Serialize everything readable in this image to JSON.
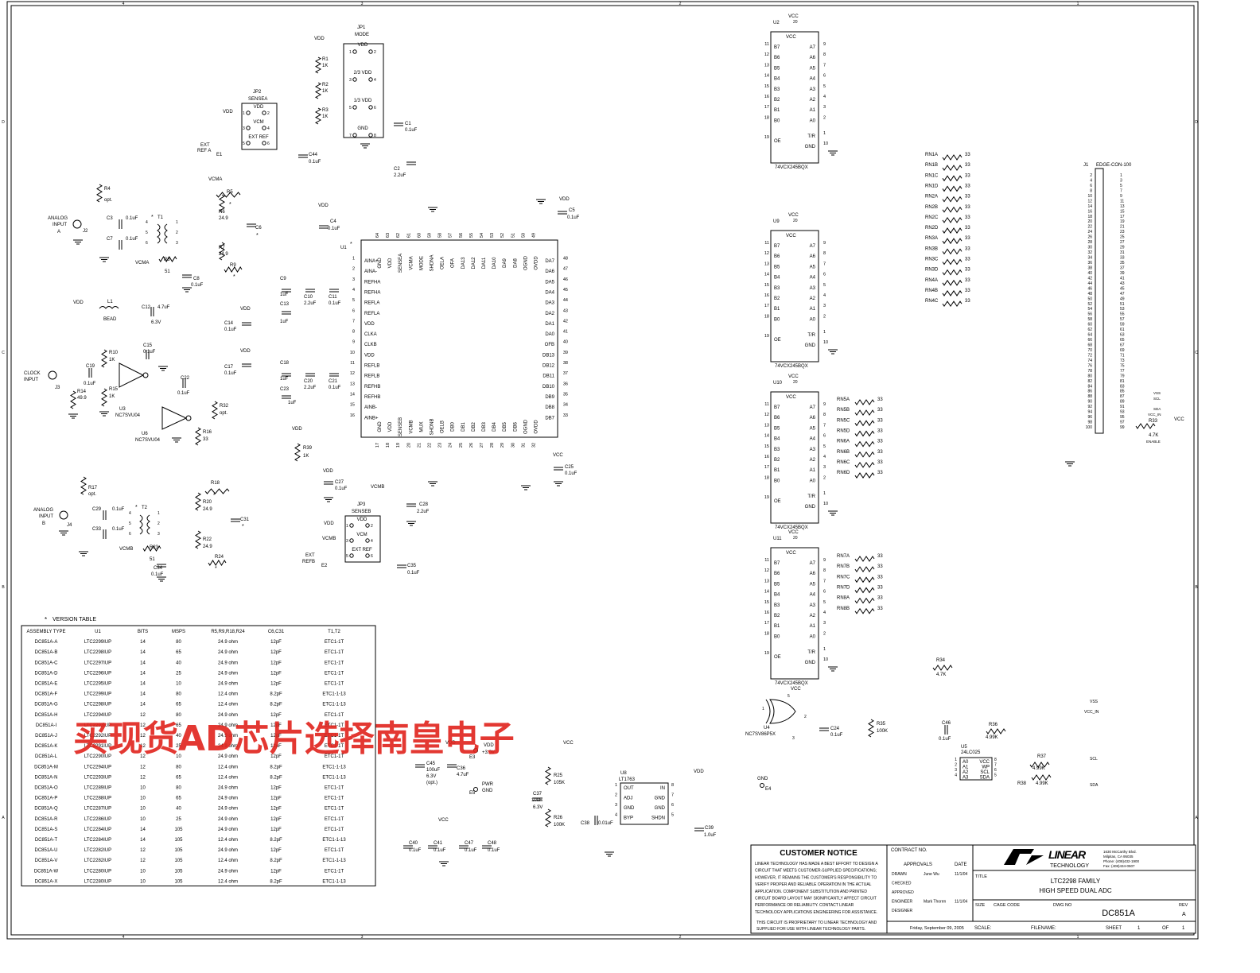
{
  "border": {
    "top_zones": [
      "4",
      "3",
      "2",
      "1"
    ],
    "side_zones": [
      "D",
      "C",
      "B",
      "A"
    ]
  },
  "u1": {
    "ref": "U1",
    "star": "*",
    "left_pins": [
      {
        "num": "1",
        "name": "AINA+"
      },
      {
        "num": "2",
        "name": "AINA-"
      },
      {
        "num": "3",
        "name": "REFHA"
      },
      {
        "num": "4",
        "name": "REFHA"
      },
      {
        "num": "5",
        "name": "REFLA"
      },
      {
        "num": "6",
        "name": "REFLA"
      },
      {
        "num": "7",
        "name": "VDD"
      },
      {
        "num": "8",
        "name": "CLKA"
      },
      {
        "num": "9",
        "name": "CLKB"
      },
      {
        "num": "10",
        "name": "VDD"
      },
      {
        "num": "11",
        "name": "REFLB"
      },
      {
        "num": "12",
        "name": "REFLB"
      },
      {
        "num": "13",
        "name": "REFHB"
      },
      {
        "num": "14",
        "name": "REFHB"
      },
      {
        "num": "15",
        "name": "AINB-"
      },
      {
        "num": "16",
        "name": "AINB+"
      }
    ],
    "right_pins": [
      {
        "num": "48",
        "name": "DA7"
      },
      {
        "num": "47",
        "name": "DA6"
      },
      {
        "num": "46",
        "name": "DA5"
      },
      {
        "num": "45",
        "name": "DA4"
      },
      {
        "num": "44",
        "name": "DA3"
      },
      {
        "num": "43",
        "name": "DA2"
      },
      {
        "num": "42",
        "name": "DA1"
      },
      {
        "num": "41",
        "name": "DA0"
      },
      {
        "num": "40",
        "name": "OFB"
      },
      {
        "num": "39",
        "name": "DB13"
      },
      {
        "num": "38",
        "name": "DB12"
      },
      {
        "num": "37",
        "name": "DB11"
      },
      {
        "num": "36",
        "name": "DB10"
      },
      {
        "num": "35",
        "name": "DB9"
      },
      {
        "num": "34",
        "name": "DB8"
      },
      {
        "num": "33",
        "name": "DB7"
      }
    ],
    "top_pins": [
      {
        "num": "64",
        "name": "GND"
      },
      {
        "num": "63",
        "name": "VDD"
      },
      {
        "num": "62",
        "name": "SENSEA"
      },
      {
        "num": "61",
        "name": "VCMA"
      },
      {
        "num": "60",
        "name": "MODE"
      },
      {
        "num": "59",
        "name": "SHDNA"
      },
      {
        "num": "58",
        "name": "OELA"
      },
      {
        "num": "57",
        "name": "OFA"
      },
      {
        "num": "56",
        "name": "DA13"
      },
      {
        "num": "55",
        "name": "DA12"
      },
      {
        "num": "54",
        "name": "DA11"
      },
      {
        "num": "53",
        "name": "DA10"
      },
      {
        "num": "52",
        "name": "DA9"
      },
      {
        "num": "51",
        "name": "DA8"
      },
      {
        "num": "50",
        "name": "OGND"
      },
      {
        "num": "49",
        "name": "OVDD"
      }
    ],
    "bottom_pins": [
      {
        "num": "17",
        "name": "GND"
      },
      {
        "num": "18",
        "name": "VDD"
      },
      {
        "num": "19",
        "name": "SENSEB"
      },
      {
        "num": "20",
        "name": "VCMB"
      },
      {
        "num": "21",
        "name": "MUX"
      },
      {
        "num": "22",
        "name": "SHDNB"
      },
      {
        "num": "23",
        "name": "OELB"
      },
      {
        "num": "24",
        "name": "DB0"
      },
      {
        "num": "25",
        "name": "DB1"
      },
      {
        "num": "26",
        "name": "DB2"
      },
      {
        "num": "27",
        "name": "DB3"
      },
      {
        "num": "28",
        "name": "DB4"
      },
      {
        "num": "29",
        "name": "DB5"
      },
      {
        "num": "30",
        "name": "DB6"
      },
      {
        "num": "31",
        "name": "OGND"
      },
      {
        "num": "32",
        "name": "OVDD"
      }
    ]
  },
  "buffers": [
    {
      "ref": "U2",
      "part": "74VCX245BQX",
      "vcc_pin": "20"
    },
    {
      "ref": "U9",
      "part": "74VCX245BQX",
      "vcc_pin": "20"
    },
    {
      "ref": "U10",
      "part": "74VCX245BQX",
      "vcc_pin": "20"
    },
    {
      "ref": "U11",
      "part": "74VCX245BQX",
      "vcc_pin": "20"
    }
  ],
  "buffer_pins": {
    "left": [
      {
        "num": "11",
        "name": "B7"
      },
      {
        "num": "12",
        "name": "B6"
      },
      {
        "num": "13",
        "name": "B5"
      },
      {
        "num": "14",
        "name": "B4"
      },
      {
        "num": "15",
        "name": "B3"
      },
      {
        "num": "16",
        "name": "B2"
      },
      {
        "num": "17",
        "name": "B1"
      },
      {
        "num": "18",
        "name": "B0"
      }
    ],
    "right": [
      {
        "num": "9",
        "name": "A7"
      },
      {
        "num": "8",
        "name": "A6"
      },
      {
        "num": "7",
        "name": "A5"
      },
      {
        "num": "6",
        "name": "A4"
      },
      {
        "num": "5",
        "name": "A3"
      },
      {
        "num": "4",
        "name": "A2"
      },
      {
        "num": "3",
        "name": "A1"
      },
      {
        "num": "2",
        "name": "A0"
      }
    ],
    "oe": {
      "num": "19",
      "name": "OE"
    },
    "tr": {
      "num": "1",
      "name": "T/R"
    },
    "gnd": {
      "num": "10",
      "name": "GND"
    },
    "vcc": "VCC"
  },
  "resistor_networks": [
    [
      "RN1A",
      "RN1B",
      "RN1C",
      "RN1D",
      "RN2A",
      "RN2B",
      "RN2C",
      "RN2D",
      "RN3A",
      "RN3B",
      "RN3C",
      "RN3D",
      "RN4A",
      "RN4B",
      "RN4C"
    ],
    [
      "RN5A",
      "RN5B",
      "RN5C",
      "RN5D",
      "RN6A",
      "RN6B",
      "RN6C",
      "RN6D"
    ],
    [
      "RN7A",
      "RN7B",
      "RN7C",
      "RN7D",
      "RN8A",
      "RN8B"
    ]
  ],
  "rn_value": "33",
  "j1": {
    "ref": "J1",
    "part": "EDGE-CON-100",
    "left_pins": [
      "2",
      "4",
      "6",
      "8",
      "10",
      "12",
      "14",
      "16",
      "18",
      "20",
      "22",
      "24",
      "26",
      "28",
      "30",
      "32",
      "34",
      "36",
      "38",
      "40",
      "42",
      "44",
      "46",
      "48",
      "50",
      "52",
      "54",
      "56",
      "58",
      "60",
      "62",
      "64",
      "66",
      "68",
      "70",
      "72",
      "74",
      "76",
      "78",
      "80",
      "82",
      "84",
      "86",
      "88",
      "90",
      "92",
      "94",
      "96",
      "98",
      "100"
    ],
    "right_pins": [
      "1",
      "3",
      "5",
      "7",
      "9",
      "11",
      "13",
      "15",
      "17",
      "19",
      "21",
      "23",
      "25",
      "27",
      "29",
      "31",
      "33",
      "35",
      "37",
      "39",
      "41",
      "43",
      "45",
      "47",
      "49",
      "51",
      "53",
      "55",
      "57",
      "59",
      "61",
      "63",
      "65",
      "67",
      "69",
      "71",
      "73",
      "75",
      "77",
      "79",
      "81",
      "83",
      "85",
      "87",
      "89",
      "91",
      "93",
      "95",
      "97",
      "99"
    ],
    "signals": [
      "VSS",
      "SCL",
      "SDA",
      "VCC_IN",
      "VCC",
      "ENABLE"
    ],
    "r33": {
      "ref": "R33",
      "value": "4.7K"
    }
  },
  "jumpers": {
    "jp1": {
      "ref": "JP1",
      "name": "MODE",
      "labels": [
        "VDD",
        "2/3 VDD",
        "1/3 VDD",
        "GND"
      ],
      "pins": [
        "1",
        "2",
        "3",
        "4",
        "5",
        "6",
        "7",
        "8"
      ]
    },
    "jp2": {
      "ref": "JP2",
      "name": "SENSEA",
      "labels": [
        "VDD",
        "VCM",
        "EXT REF"
      ],
      "pins": [
        "1",
        "2",
        "3",
        "4",
        "5",
        "6"
      ]
    },
    "jp3": {
      "ref": "JP3",
      "name": "SENSEB",
      "labels": [
        "VDD",
        "VCM",
        "EXT REF"
      ],
      "pins": [
        "1",
        "2",
        "3",
        "4",
        "5",
        "6"
      ]
    }
  },
  "parts_text": {
    "r1": [
      "R1",
      "1K"
    ],
    "r2": [
      "R2",
      "1K"
    ],
    "r3": [
      "R3",
      "1K"
    ],
    "c1": [
      "C1",
      "0.1uF"
    ],
    "c2": [
      "C2",
      "2.2uF"
    ],
    "c44": [
      "C44",
      "0.1uF"
    ],
    "ext_ref_a": [
      "EXT",
      "REF A",
      "E1"
    ],
    "vdd": "VDD",
    "vcma": "VCMA",
    "vcmb": "VCMB",
    "vcc": "VCC",
    "r4": [
      "R4",
      "opt."
    ],
    "r5": [
      "R5",
      "*"
    ],
    "r6": [
      "R6",
      "24.9"
    ],
    "r7": [
      "R7",
      "24.9"
    ],
    "r9": [
      "R9",
      "*"
    ],
    "r8": [
      "R8",
      "51"
    ],
    "c3": [
      "C3",
      "0.1uF"
    ],
    "c7": [
      "C7",
      "0.1uF"
    ],
    "c6": [
      "C6",
      "*"
    ],
    "c8": [
      "C8",
      "0.1uF"
    ],
    "t1": [
      "*",
      "T1"
    ],
    "j2": [
      "ANALOG",
      "INPUT",
      "A",
      "J2"
    ],
    "t_pins": [
      "1",
      "2",
      "3",
      "4",
      "5",
      "6"
    ],
    "c4": [
      "C4",
      "0.1uF"
    ],
    "c5": [
      "C5",
      "0.1uF"
    ],
    "c9": [
      "C9",
      "1uF"
    ],
    "c10": [
      "C10",
      "2.2uF"
    ],
    "c11": [
      "C11",
      "0.1uF"
    ],
    "c13": [
      "C13",
      "1uF"
    ],
    "c14": [
      "C14",
      "0.1uF"
    ],
    "l1": [
      "L1",
      "BEAD"
    ],
    "c12": [
      "C12",
      "4.7uF",
      "6.3V"
    ],
    "r10": [
      "R10",
      "1K"
    ],
    "r15": [
      "R15",
      "1K"
    ],
    "c15": [
      "C15",
      "0.1uF"
    ],
    "c19": [
      "C19",
      "0.1uF"
    ],
    "r14": [
      "R14",
      "49.9"
    ],
    "j3": [
      "CLOCK",
      "INPUT",
      "J3"
    ],
    "u3": [
      "U3",
      "NC7SVU04"
    ],
    "u6": [
      "U6",
      "NC7SVU04"
    ],
    "c22": [
      "C22",
      "0.1uF"
    ],
    "u_pins": [
      "2",
      "4",
      "3",
      "5",
      "in"
    ],
    "r32": [
      "R32",
      "opt."
    ],
    "r16": [
      "R16",
      "33"
    ],
    "c17": [
      "C17",
      "0.1uF"
    ],
    "c18": [
      "C18",
      "1uF"
    ],
    "c20": [
      "C20",
      "2.2uF"
    ],
    "c21": [
      "C21",
      "0.1uF"
    ],
    "c23": [
      "C23",
      "1uF"
    ],
    "r39": [
      "R39",
      "1K"
    ],
    "c27": [
      "C27",
      "0.1uF"
    ],
    "c28": [
      "C28",
      "2.2uF"
    ],
    "c35": [
      "C35",
      "0.1uF"
    ],
    "c25": [
      "C25",
      "0.1uF"
    ],
    "ext_ref_b": [
      "EXT",
      "REFB",
      "E2"
    ],
    "r17": [
      "R17",
      "opt."
    ],
    "r18": [
      "R18",
      "*"
    ],
    "r20": [
      "R20",
      "24.9"
    ],
    "r22": [
      "R22",
      "24.9"
    ],
    "r24": [
      "R24",
      "*"
    ],
    "r23": [
      "R23",
      "51"
    ],
    "c29": [
      "C29",
      "0.1uF"
    ],
    "c33": [
      "C33",
      "0.1uF"
    ],
    "c31": [
      "C31",
      "*"
    ],
    "c34": [
      "C34",
      "0.1uF"
    ],
    "t2": [
      "*",
      "T2"
    ],
    "j4": [
      "ANALOG",
      "INPUT",
      "B",
      "J4"
    ],
    "c45": [
      "C45",
      "100uF",
      "6.3V",
      "(opt.)"
    ],
    "c36": [
      "C36",
      "4.7uF"
    ],
    "e3": [
      "VDD",
      "+3.0V",
      "E3"
    ],
    "e5": [
      "PWR",
      "GND",
      "E5"
    ],
    "u8": [
      "U8",
      "LT1763"
    ],
    "u8_pins": [
      [
        "1",
        "OUT"
      ],
      [
        "2",
        "ADJ"
      ],
      [
        "3",
        "GND"
      ],
      [
        "4",
        "BYP"
      ],
      [
        "8",
        "IN"
      ],
      [
        "7",
        "GND"
      ],
      [
        "6",
        "GND"
      ],
      [
        "5",
        "SHDN"
      ]
    ],
    "r25": [
      "R25",
      "105K"
    ],
    "r26": [
      "R26",
      "100K"
    ],
    "c37": [
      "C37",
      "10uF",
      "6.3V"
    ],
    "c38": [
      "C38",
      "0.01uF"
    ],
    "c39": [
      "C39",
      "1.0uF"
    ],
    "c40": [
      "C40",
      "0.1uF"
    ],
    "c41": [
      "C41",
      "0.1uF"
    ],
    "c47": [
      "C47",
      "0.1uF"
    ],
    "c48": [
      "C48",
      "0.1uF"
    ],
    "r34": [
      "R34",
      "4.7K"
    ],
    "r35": [
      "R35",
      "100K"
    ],
    "u4": [
      "U4",
      "NC7SV86P5X"
    ],
    "c24": [
      "C24",
      "0.1uF"
    ],
    "e4": [
      "GND",
      "E4"
    ],
    "u5": [
      "U5",
      "24LC025"
    ],
    "u5_pins": [
      [
        "1",
        "A0"
      ],
      [
        "2",
        "A1"
      ],
      [
        "3",
        "A2"
      ],
      [
        "4",
        "A3"
      ],
      [
        "8",
        "VCC"
      ],
      [
        "7",
        "WP"
      ],
      [
        "6",
        "SCL"
      ],
      [
        "5",
        "SDA"
      ]
    ],
    "c46": [
      "C46",
      "0.1uF"
    ],
    "r36": [
      "R36",
      "4.99K"
    ],
    "r37": [
      "R37",
      "4.99K"
    ],
    "r38": [
      "R38",
      "4.99K"
    ],
    "bus": [
      "VSS",
      "VCC_IN",
      "SCL",
      "SDA"
    ]
  },
  "version_table": {
    "title": "VERSION TABLE",
    "star": "*",
    "headers": [
      "ASSEMBLY TYPE",
      "U1",
      "BITS",
      "MSPS",
      "R5,R9,R18,R24",
      "C6,C31",
      "T1,T2"
    ],
    "rows": [
      [
        "DC851A-A",
        "LTC2299IUP",
        "14",
        "80",
        "24.9 ohm",
        "12pF",
        "ETC1-1T"
      ],
      [
        "DC851A-B",
        "LTC2298IUP",
        "14",
        "65",
        "24.9 ohm",
        "12pF",
        "ETC1-1T"
      ],
      [
        "DC851A-C",
        "LTC2297IUP",
        "14",
        "40",
        "24.9 ohm",
        "12pF",
        "ETC1-1T"
      ],
      [
        "DC851A-D",
        "LTC2296IUP",
        "14",
        "25",
        "24.9 ohm",
        "12pF",
        "ETC1-1T"
      ],
      [
        "DC851A-E",
        "LTC2295IUP",
        "14",
        "10",
        "24.9 ohm",
        "12pF",
        "ETC1-1T"
      ],
      [
        "DC851A-F",
        "LTC2299IUP",
        "14",
        "80",
        "12.4 ohm",
        "8.2pF",
        "ETC1-1-13"
      ],
      [
        "DC851A-G",
        "LTC2298IUP",
        "14",
        "65",
        "12.4 ohm",
        "8.2pF",
        "ETC1-1-13"
      ],
      [
        "DC851A-H",
        "LTC2294IUP",
        "12",
        "80",
        "24.9 ohm",
        "12pF",
        "ETC1-1T"
      ],
      [
        "DC851A-I",
        "LTC2293IUP",
        "12",
        "65",
        "24.9 ohm",
        "12pF",
        "ETC1-1T"
      ],
      [
        "DC851A-J",
        "LTC2292IUP",
        "12",
        "40",
        "24.9 ohm",
        "12pF",
        "ETC1-1T"
      ],
      [
        "DC851A-K",
        "LTC2291IUP",
        "12",
        "25",
        "24.9 ohm",
        "12pF",
        "ETC1-1T"
      ],
      [
        "DC851A-L",
        "LTC2290IUP",
        "12",
        "10",
        "24.9 ohm",
        "12pF",
        "ETC1-1T"
      ],
      [
        "DC851A-M",
        "LTC2294IUP",
        "12",
        "80",
        "12.4 ohm",
        "8.2pF",
        "ETC1-1-13"
      ],
      [
        "DC851A-N",
        "LTC2293IUP",
        "12",
        "65",
        "12.4 ohm",
        "8.2pF",
        "ETC1-1-13"
      ],
      [
        "DC851A-O",
        "LTC2289IUP",
        "10",
        "80",
        "24.9 ohm",
        "12pF",
        "ETC1-1T"
      ],
      [
        "DC851A-P",
        "LTC2288IUP",
        "10",
        "65",
        "24.9 ohm",
        "12pF",
        "ETC1-1T"
      ],
      [
        "DC851A-Q",
        "LTC2287IUP",
        "10",
        "40",
        "24.9 ohm",
        "12pF",
        "ETC1-1T"
      ],
      [
        "DC851A-R",
        "LTC2286IUP",
        "10",
        "25",
        "24.9 ohm",
        "12pF",
        "ETC1-1T"
      ],
      [
        "DC851A-S",
        "LTC2284IUP",
        "14",
        "105",
        "24.9 ohm",
        "12pF",
        "ETC1-1T"
      ],
      [
        "DC851A-T",
        "LTC2284IUP",
        "14",
        "105",
        "12.4 ohm",
        "8.2pF",
        "ETC1-1-13"
      ],
      [
        "DC851A-U",
        "LTC2282IUP",
        "12",
        "105",
        "24.9 ohm",
        "12pF",
        "ETC1-1T"
      ],
      [
        "DC851A-V",
        "LTC2282IUP",
        "12",
        "105",
        "12.4 ohm",
        "8.2pF",
        "ETC1-1-13"
      ],
      [
        "DC851A-W",
        "LTC2280IUP",
        "10",
        "105",
        "24.9 ohm",
        "12pF",
        "ETC1-1T"
      ],
      [
        "DC851A-X",
        "LTC2280IUP",
        "10",
        "105",
        "12.4 ohm",
        "8.2pF",
        "ETC1-1-13"
      ]
    ]
  },
  "watermark": "买现货AD芯片选择南皇电子",
  "customer_notice": {
    "title": "CUSTOMER NOTICE",
    "lines": [
      "LINEAR TECHNOLOGY HAS MADE A BEST EFFORT TO DESIGN A",
      "CIRCUIT THAT MEETS CUSTOMER-SUPPLIED SPECIFICATIONS;",
      "HOWEVER, IT REMAINS THE CUSTOMER'S RESPONSIBILITY TO",
      "VERIFY PROPER AND RELIABLE OPERATION IN THE ACTUAL",
      "APPLICATION. COMPONENT SUBSTITUTION AND PRINTED",
      "CIRCUIT BOARD LAYOUT MAY SIGNIFICANTLY AFFECT CIRCUIT",
      "PERFORMANCE OR RELIABILITY. CONTACT LINEAR",
      "TECHNOLOGY APPLICATIONS ENGINEERING FOR ASSISTANCE."
    ],
    "footer": [
      "THIS CIRCUIT IS PROPRIETARY TO LINEAR TECHNOLOGY AND",
      "SUPPLIED FOR USE WITH LINEAR TECHNOLOGY PARTS."
    ]
  },
  "title_block": {
    "contract": "CONTRACT NO.",
    "approvals": "APPROVALS",
    "date": "DATE",
    "rows": [
      [
        "DRAWN",
        "June Wu",
        "11/1/04"
      ],
      [
        "CHECKED",
        "",
        ""
      ],
      [
        "APPROVED",
        "",
        ""
      ],
      [
        "ENGINEER",
        "Mark Thoren",
        "11/1/04"
      ],
      [
        "DESIGNER",
        "",
        ""
      ]
    ],
    "logo": "LT",
    "company": [
      "LINEAR",
      "TECHNOLOGY"
    ],
    "address": [
      "1630 McCarthy Blvd.",
      "Milpitas, CA 95035",
      "Phone: (408)432-1900",
      "Fax: (408)434-0507"
    ],
    "title_label": "TITLE",
    "title": [
      "LTC2298 FAMILY",
      "HIGH SPEED DUAL ADC"
    ],
    "size": "SIZE",
    "cage": "CAGE CODE",
    "dwg_label": "DWG NO",
    "dwg": "DC851A",
    "rev_label": "REV",
    "rev": "A",
    "date_printed": "Friday, September 09, 2005",
    "scale": "SCALE:",
    "filename": "FILENAME:",
    "sheet": [
      "SHEET",
      "1",
      "OF",
      "1"
    ]
  }
}
